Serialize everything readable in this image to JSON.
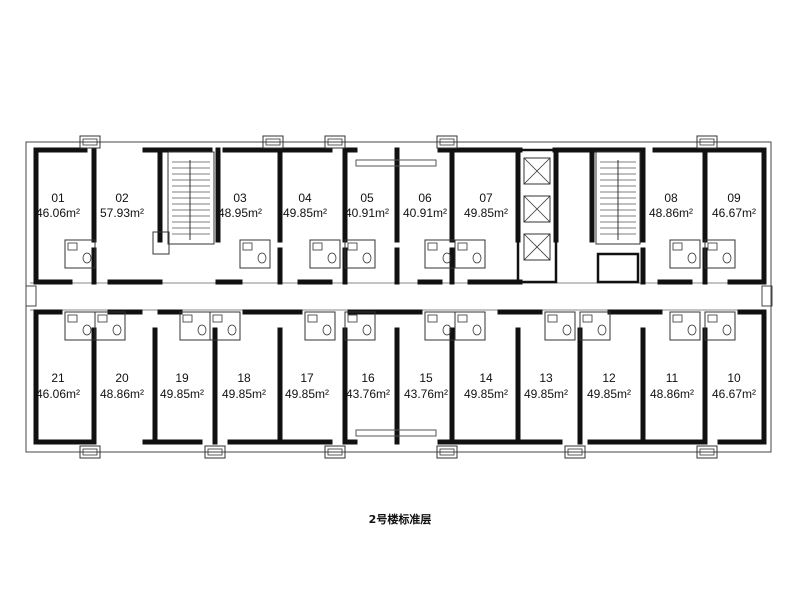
{
  "caption": "2号楼标准层",
  "area_unit": "m²",
  "units_top": [
    {
      "no": "01",
      "area": "46.06"
    },
    {
      "no": "02",
      "area": "57.93"
    },
    {
      "no": "03",
      "area": "48.95"
    },
    {
      "no": "04",
      "area": "49.85"
    },
    {
      "no": "05",
      "area": "40.91"
    },
    {
      "no": "06",
      "area": "40.91"
    },
    {
      "no": "07",
      "area": "49.85"
    },
    {
      "no": "08",
      "area": "48.86"
    },
    {
      "no": "09",
      "area": "46.67"
    }
  ],
  "units_bottom": [
    {
      "no": "21",
      "area": "46.06"
    },
    {
      "no": "20",
      "area": "48.86"
    },
    {
      "no": "19",
      "area": "49.85"
    },
    {
      "no": "18",
      "area": "49.85"
    },
    {
      "no": "17",
      "area": "49.85"
    },
    {
      "no": "16",
      "area": "43.76"
    },
    {
      "no": "15",
      "area": "43.76"
    },
    {
      "no": "14",
      "area": "49.85"
    },
    {
      "no": "13",
      "area": "49.85"
    },
    {
      "no": "12",
      "area": "49.85"
    },
    {
      "no": "11",
      "area": "48.86"
    },
    {
      "no": "10",
      "area": "46.67"
    }
  ]
}
